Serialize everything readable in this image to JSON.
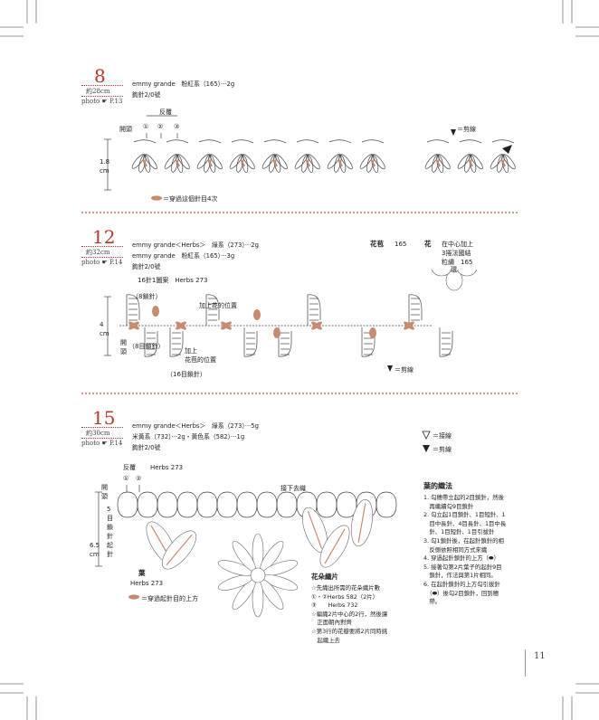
{
  "page_number": "11",
  "sections": [
    {
      "number": "8",
      "length": "約28cm",
      "photo": "photo ☛ P.13",
      "yarn": [
        "emmy grande　粉紅系（165）···2g"
      ],
      "hook": "鉤針2/0號",
      "labels": {
        "start": "開頭",
        "reverse": "反覆",
        "c1": "①",
        "c2": "②",
        "c3": "③",
        "cut_legend": "＝剪線",
        "height": "1.8\ncm",
        "note": "＝穿過這個針目4次"
      }
    },
    {
      "number": "12",
      "length": "約32cm",
      "photo": "photo ☛ P.14",
      "yarn": [
        "emmy grande＜Herbs＞　綠系（273）···2g",
        "emmy grande　粉紅系（165）···3g"
      ],
      "hook": "鉤針2/0號",
      "labels": {
        "pattern": "16針1圖案　Herbs 273",
        "ch8": "（8鎖針）",
        "add_flower": "加上花的位置",
        "start": "開頭",
        "ch8_b": "（8目鎖針）",
        "add_bud": "加上\n花苞的位置",
        "ch16": "（16目鎖針）",
        "cut": "＝剪線",
        "height": "4\ncm",
        "bud_title": "花苞",
        "bud_yarn": "165",
        "flower_title": "花",
        "flower_note": "在中心加上\n3捲法國結\n粒繡　165",
        "flower_center": "環"
      }
    },
    {
      "number": "15",
      "length": "約30cm",
      "photo": "photo ☛ P.14",
      "yarn": [
        "emmy grande＜Herbs＞　綠系（273）···5g",
        "米黃系（732）···2g・黃色系（582）···1g"
      ],
      "hook": "鉤針2/0號",
      "legend": {
        "join": "＝接線",
        "cut": "＝剪線"
      },
      "labels": {
        "reverse": "反覆",
        "c1": "①",
        "c2": "②",
        "herbs": "Herbs 273",
        "start": "開頭",
        "side": "5目鎖針起針",
        "height": "6.5\ncm",
        "continue": "接下去織",
        "leaf": "葉",
        "leaf_yarn": "Herbs 273",
        "note": "＝穿過起針目的上方"
      },
      "flower_instructions": {
        "title": "花朵織片",
        "lines": [
          "☆先織出所需的花朵織片數",
          "①・②Herbs 582（2片）",
          "③　　Herbs 732",
          "☆編織2片中心的2行，然後讓",
          "　正面朝內對齊",
          "☆第3行的花瓣要將2片同時挑",
          "　起織上去"
        ]
      },
      "leaf_instructions": {
        "title": "葉的織法",
        "lines": [
          "1. 勾穗帶立起的2目鎖針，然後",
          "　再繼續勾9目鎖針",
          "2. 勾立起1目鎖針、1目短針、1",
          "　目中長針、4目長針、1目中長",
          "　針、1目短針、1目引拔針",
          "3. 勾1鎖針後，在起針鎖針的相",
          "　反側依照相同方式來織",
          "4. 穿過起針鎖針的上方（⬬）",
          "5. 接著勾第2片葉子的起針9目",
          "　鎖針，作法與第1片相同。",
          "6. 在起針鎖針的上方勾引拔針",
          "　（⬬）後勾2目鎖針，回到穗",
          "　帶。"
        ]
      }
    }
  ]
}
